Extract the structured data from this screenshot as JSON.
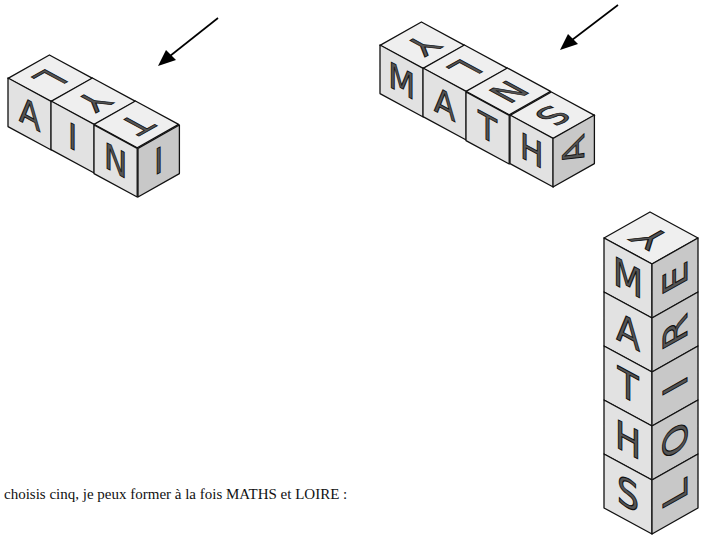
{
  "diagram": {
    "nodes": [
      {
        "text": [
          "L"
        ]
      },
      {
        "text": [
          "Y"
        ]
      },
      {
        "text": [
          "T"
        ]
      },
      {
        "text": [
          "A"
        ]
      },
      {
        "text": [
          "I"
        ]
      },
      {
        "text": [
          "N"
        ]
      },
      {
        "text": [
          "I"
        ]
      },
      {
        "text": [
          "Y"
        ]
      },
      {
        "text": [
          "L"
        ]
      },
      {
        "text": [
          "N"
        ]
      },
      {
        "text": [
          "S"
        ]
      },
      {
        "text": [
          "M"
        ]
      },
      {
        "text": [
          "A"
        ]
      },
      {
        "text": [
          "T"
        ]
      },
      {
        "text": [
          "H"
        ]
      },
      {
        "text": [
          "A"
        ]
      },
      {
        "text": [
          "Y"
        ]
      },
      {
        "text": [
          "M"
        ]
      },
      {
        "text": [
          "A"
        ]
      },
      {
        "text": [
          "T"
        ]
      },
      {
        "text": [
          "H"
        ]
      },
      {
        "text": [
          "S"
        ]
      },
      {
        "text": [
          "E"
        ]
      },
      {
        "text": [
          "R"
        ]
      },
      {
        "text": [
          "I"
        ]
      },
      {
        "text": [
          "O"
        ]
      },
      {
        "text": [
          "L"
        ]
      }
    ],
    "labels": [
      "choisis cinq, je peux former à la fois MATHS et LOIRE :"
    ]
  }
}
